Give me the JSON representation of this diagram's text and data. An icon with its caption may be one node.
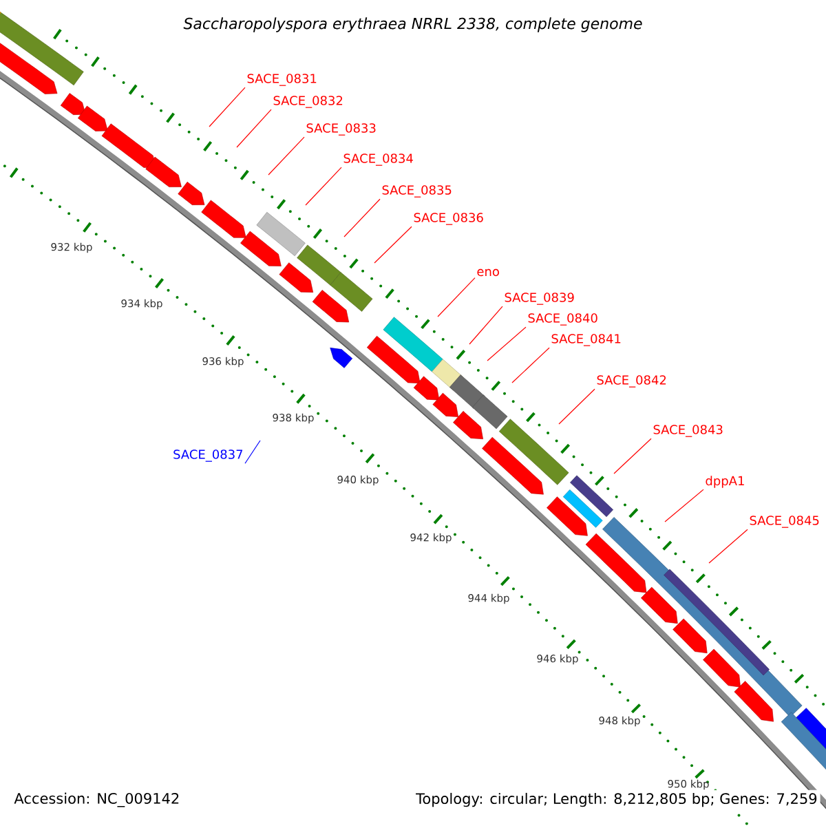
{
  "diagram": {
    "title": "Saccharopolyspora erythraea NRRL 2338, complete genome",
    "nodes": [
      {
        "text": [
          "SACE_0831"
        ]
      },
      {
        "text": [
          "SACE_0832"
        ]
      },
      {
        "text": [
          "SACE_0833"
        ]
      },
      {
        "text": [
          "SACE_0834"
        ]
      },
      {
        "text": [
          "SACE_0835"
        ]
      },
      {
        "text": [
          "SACE_0836"
        ]
      },
      {
        "text": [
          "SACE_0837"
        ]
      },
      {
        "text": [
          "eno"
        ]
      },
      {
        "text": [
          "SACE_0839"
        ]
      },
      {
        "text": [
          "SACE_0840"
        ]
      },
      {
        "text": [
          "SACE_0841"
        ]
      },
      {
        "text": [
          "SACE_0842"
        ]
      },
      {
        "text": [
          "SACE_0843"
        ]
      },
      {
        "text": [
          "dppA1"
        ]
      },
      {
        "text": [
          "SACE_0845"
        ]
      }
    ],
    "edges": [
      {
        "from": 0,
        "to": null,
        "arrow": "none"
      },
      {
        "from": 1,
        "to": null,
        "arrow": "none"
      },
      {
        "from": 2,
        "to": null,
        "arrow": "none"
      },
      {
        "from": 3,
        "to": null,
        "arrow": "none"
      },
      {
        "from": 4,
        "to": null,
        "arrow": "none"
      },
      {
        "from": 5,
        "to": null,
        "arrow": "none"
      },
      {
        "from": 6,
        "to": null,
        "arrow": "none",
        "color": "#0000ff"
      },
      {
        "from": 7,
        "to": null,
        "arrow": "none"
      },
      {
        "from": 8,
        "to": null,
        "arrow": "none"
      },
      {
        "from": 9,
        "to": null,
        "arrow": "none"
      },
      {
        "from": 10,
        "to": null,
        "arrow": "none"
      },
      {
        "from": 11,
        "to": null,
        "arrow": "none"
      },
      {
        "from": 12,
        "to": null,
        "arrow": "none"
      },
      {
        "from": 13,
        "to": null,
        "arrow": "none"
      },
      {
        "from": 14,
        "to": null,
        "arrow": "none"
      }
    ],
    "labels": [
      "932 kbp",
      "934 kbp",
      "936 kbp",
      "938 kbp",
      "940 kbp",
      "942 kbp",
      "944 kbp",
      "946 kbp",
      "948 kbp",
      "950 kbp",
      "Accession: NC_009142",
      "Topology: circular; Length: 8,212,805 bp; Genes: 7,259"
    ]
  }
}
